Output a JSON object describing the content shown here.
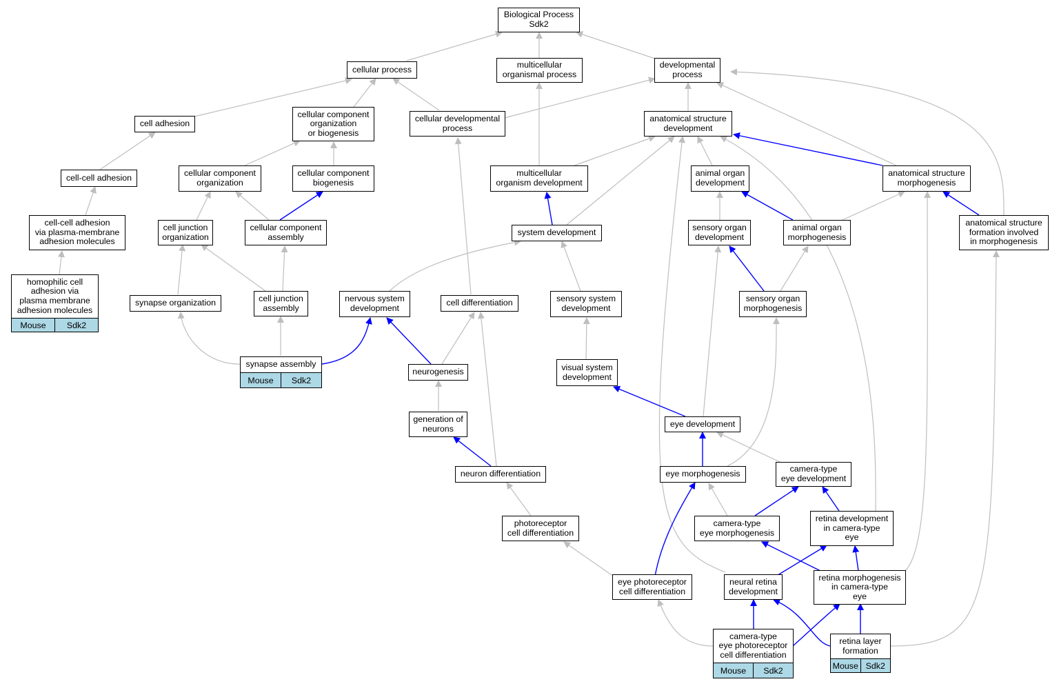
{
  "colors": {
    "is_a_edge": "#bebebe",
    "part_of_edge": "#0000ff",
    "annotation_fill": "#add8e6",
    "node_border": "#000000"
  },
  "nodes": {
    "bp": "Biological Process\nSdk2",
    "cellular_process": "cellular process",
    "multicellular_organismal_process": "multicellular\norganismal process",
    "developmental_process": "developmental\nprocess",
    "cell_adhesion": "cell adhesion",
    "ccob": "cellular component\norganization\nor biogenesis",
    "cellular_developmental_process": "cellular developmental\nprocess",
    "anatomical_structure_development": "anatomical structure\ndevelopment",
    "cell_cell_adhesion": "cell-cell adhesion",
    "cellular_component_organization": "cellular component\norganization",
    "cellular_component_biogenesis": "cellular component\nbiogenesis",
    "multicellular_organism_development": "multicellular\norganism development",
    "animal_organ_development": "animal organ\ndevelopment",
    "anatomical_structure_morphogenesis": "anatomical structure\nmorphogenesis",
    "cca_pm": "cell-cell adhesion\nvia plasma-membrane\nadhesion molecules",
    "cell_junction_organization": "cell junction\norganization",
    "cellular_component_assembly": "cellular component\nassembly",
    "system_development": "system development",
    "sensory_organ_development": "sensory organ\ndevelopment",
    "animal_organ_morphogenesis": "animal organ\nmorphogenesis",
    "asf_morph": "anatomical structure\nformation involved\nin morphogenesis",
    "homophilic": "homophilic cell\nadhesion via\nplasma membrane\nadhesion molecules",
    "synapse_organization": "synapse organization",
    "cell_junction_assembly": "cell junction\nassembly",
    "nervous_system_development": "nervous system\ndevelopment",
    "cell_differentiation": "cell differentiation",
    "sensory_system_development": "sensory system\ndevelopment",
    "sensory_organ_morphogenesis": "sensory organ\nmorphogenesis",
    "synapse_assembly": "synapse assembly",
    "neurogenesis": "neurogenesis",
    "visual_system_development": "visual system\ndevelopment",
    "generation_of_neurons": "generation of\nneurons",
    "eye_development": "eye development",
    "neuron_differentiation": "neuron differentiation",
    "eye_morphogenesis": "eye morphogenesis",
    "camera_type_eye_development": "camera-type\neye development",
    "photoreceptor_cell_differentiation": "photoreceptor\ncell differentiation",
    "camera_type_eye_morphogenesis": "camera-type\neye morphogenesis",
    "retina_development": "retina development\nin camera-type\neye",
    "eye_photoreceptor_cell_differentiation": "eye photoreceptor\ncell differentiation",
    "neural_retina_development": "neural retina\ndevelopment",
    "retina_morphogenesis": "retina morphogenesis\nin camera-type\neye",
    "ctepcd": "camera-type\neye photoreceptor\ncell differentiation",
    "retina_layer_formation": "retina layer\nformation"
  },
  "annotations": {
    "homophilic": {
      "species": "Mouse",
      "gene": "Sdk2"
    },
    "synapse_assembly": {
      "species": "Mouse",
      "gene": "Sdk2"
    },
    "ctepcd": {
      "species": "Mouse",
      "gene": "Sdk2"
    },
    "retina_layer_formation": {
      "species": "Mouse",
      "gene": "Sdk2"
    }
  }
}
